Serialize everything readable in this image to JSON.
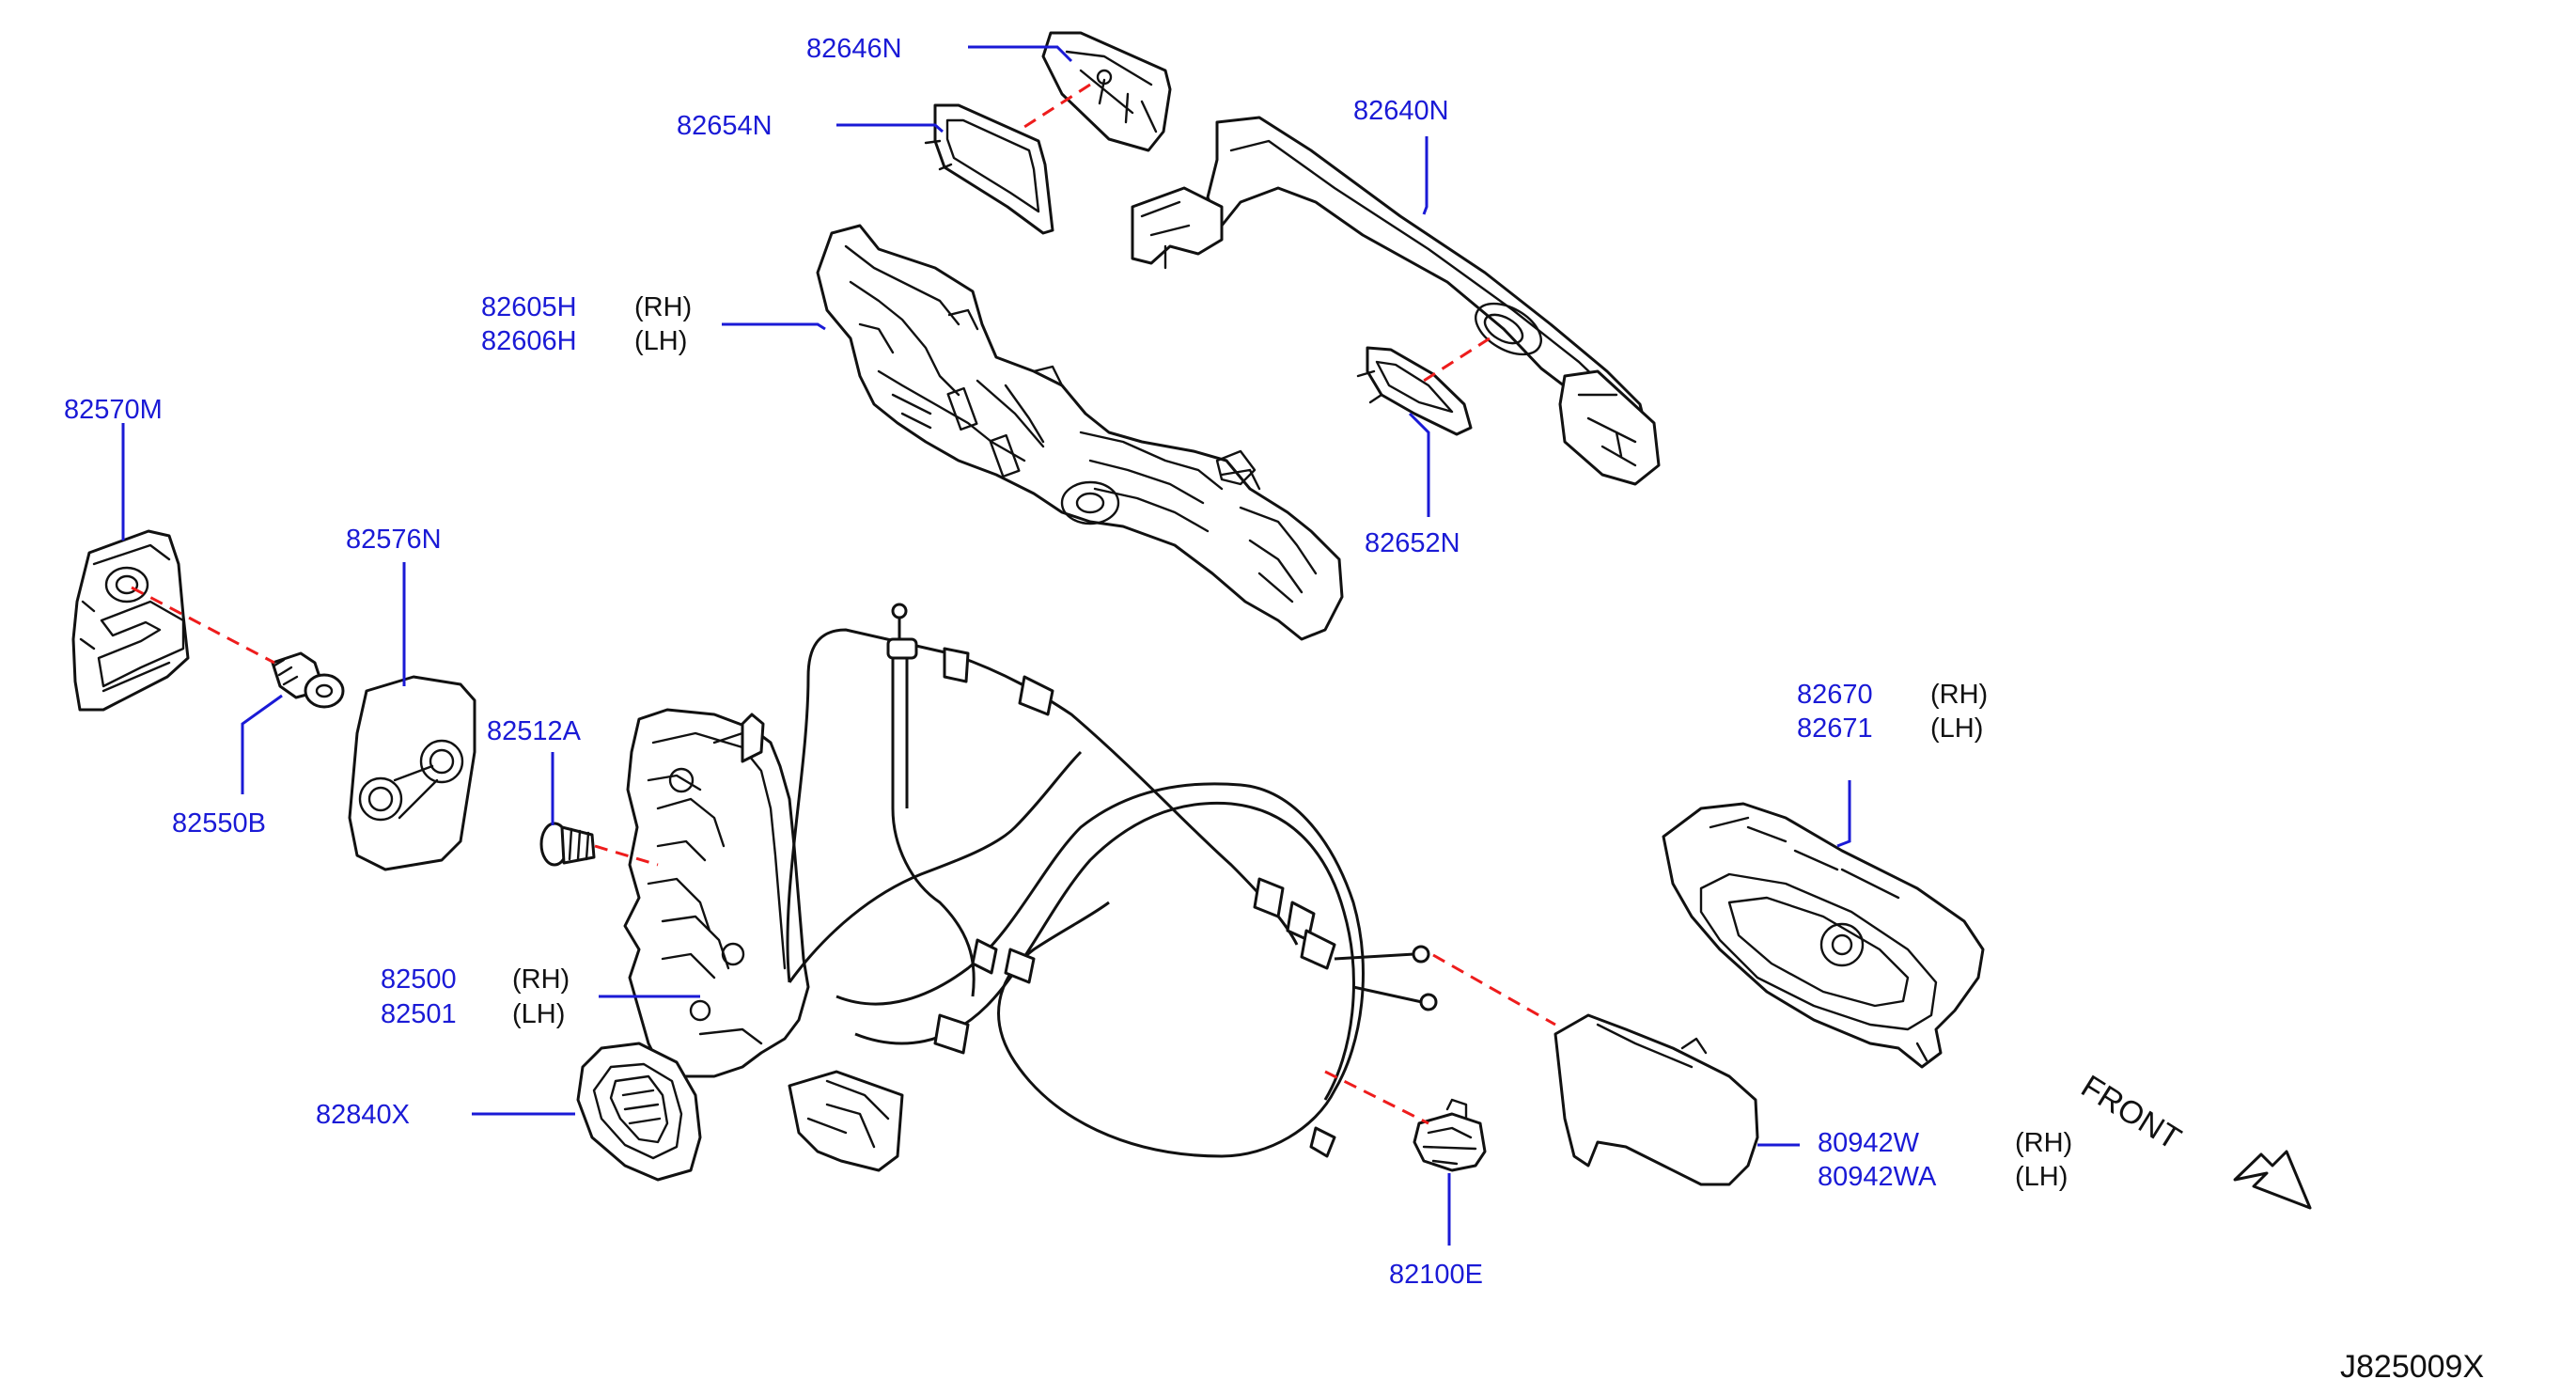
{
  "labels": {
    "p82646N": "82646N",
    "p82654N": "82654N",
    "p82640N": "82640N",
    "p82605H": "82605H",
    "p82606H": "82606H",
    "p82570M": "82570M",
    "p82576N": "82576N",
    "p82652N": "82652N",
    "p82512A": "82512A",
    "p82550B": "82550B",
    "p82670": "82670",
    "p82671": "82671",
    "p82500": "82500",
    "p82501": "82501",
    "p82840X": "82840X",
    "p80942W": "80942W",
    "p80942WA": "80942WA",
    "p82100E": "82100E"
  },
  "sides": {
    "rh": "(RH)",
    "lh": "(LH)"
  },
  "front_label": "FRONT",
  "diagram_code": "J825009X",
  "colors": {
    "part_number": "#1a1ad6",
    "leader_line": "#1a1ad6",
    "assembly_dash": "#ee1c1c",
    "outline": "#111111"
  }
}
